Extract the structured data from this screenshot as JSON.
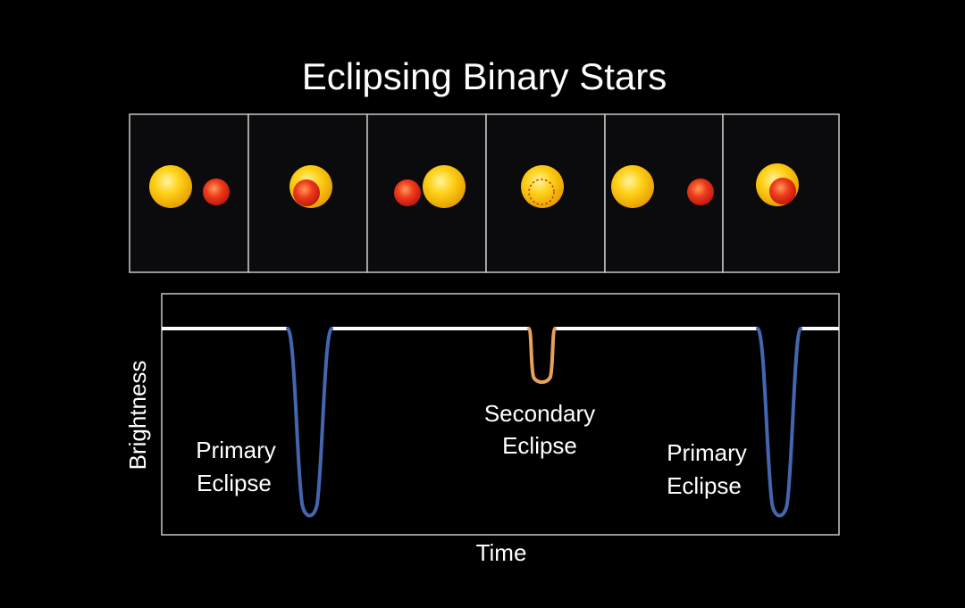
{
  "title": "Eclipsing Binary Stars",
  "colors": {
    "background": "#000000",
    "panel_background": "#0b0b0d",
    "frame": "#c8c8c8",
    "baseline": "#ffffff",
    "primary_dip": "#4466b0",
    "secondary_dip": "#e8a15a",
    "large_star_core": "#fff3a0",
    "large_star_mid": "#ffd21a",
    "large_star_edge": "#e8a000",
    "small_star_core": "#ff9a5a",
    "small_star_mid": "#ee3a1a",
    "small_star_edge": "#c01a10"
  },
  "phases": [
    {
      "name": "phase-1-side-by-side",
      "configuration": "large star left, small star right, both visible"
    },
    {
      "name": "phase-2-primary-eclipse",
      "configuration": "small star in front of large star"
    },
    {
      "name": "phase-3-side-by-side",
      "configuration": "small star left, large star right, both visible"
    },
    {
      "name": "phase-4-secondary-eclipse",
      "configuration": "small star hidden behind large star"
    },
    {
      "name": "phase-5-side-by-side",
      "configuration": "large star left, small star right, both visible"
    },
    {
      "name": "phase-6-primary-eclipse",
      "configuration": "small star in front of large star"
    }
  ],
  "light_curve": {
    "ylabel": "Brightness",
    "xlabel": "Time",
    "dips": [
      {
        "label_line1": "Primary",
        "label_line2": "Eclipse",
        "kind": "primary"
      },
      {
        "label_line1": "Secondary",
        "label_line2": "Eclipse",
        "kind": "secondary"
      },
      {
        "label_line1": "Primary",
        "label_line2": "Eclipse",
        "kind": "primary"
      }
    ]
  }
}
